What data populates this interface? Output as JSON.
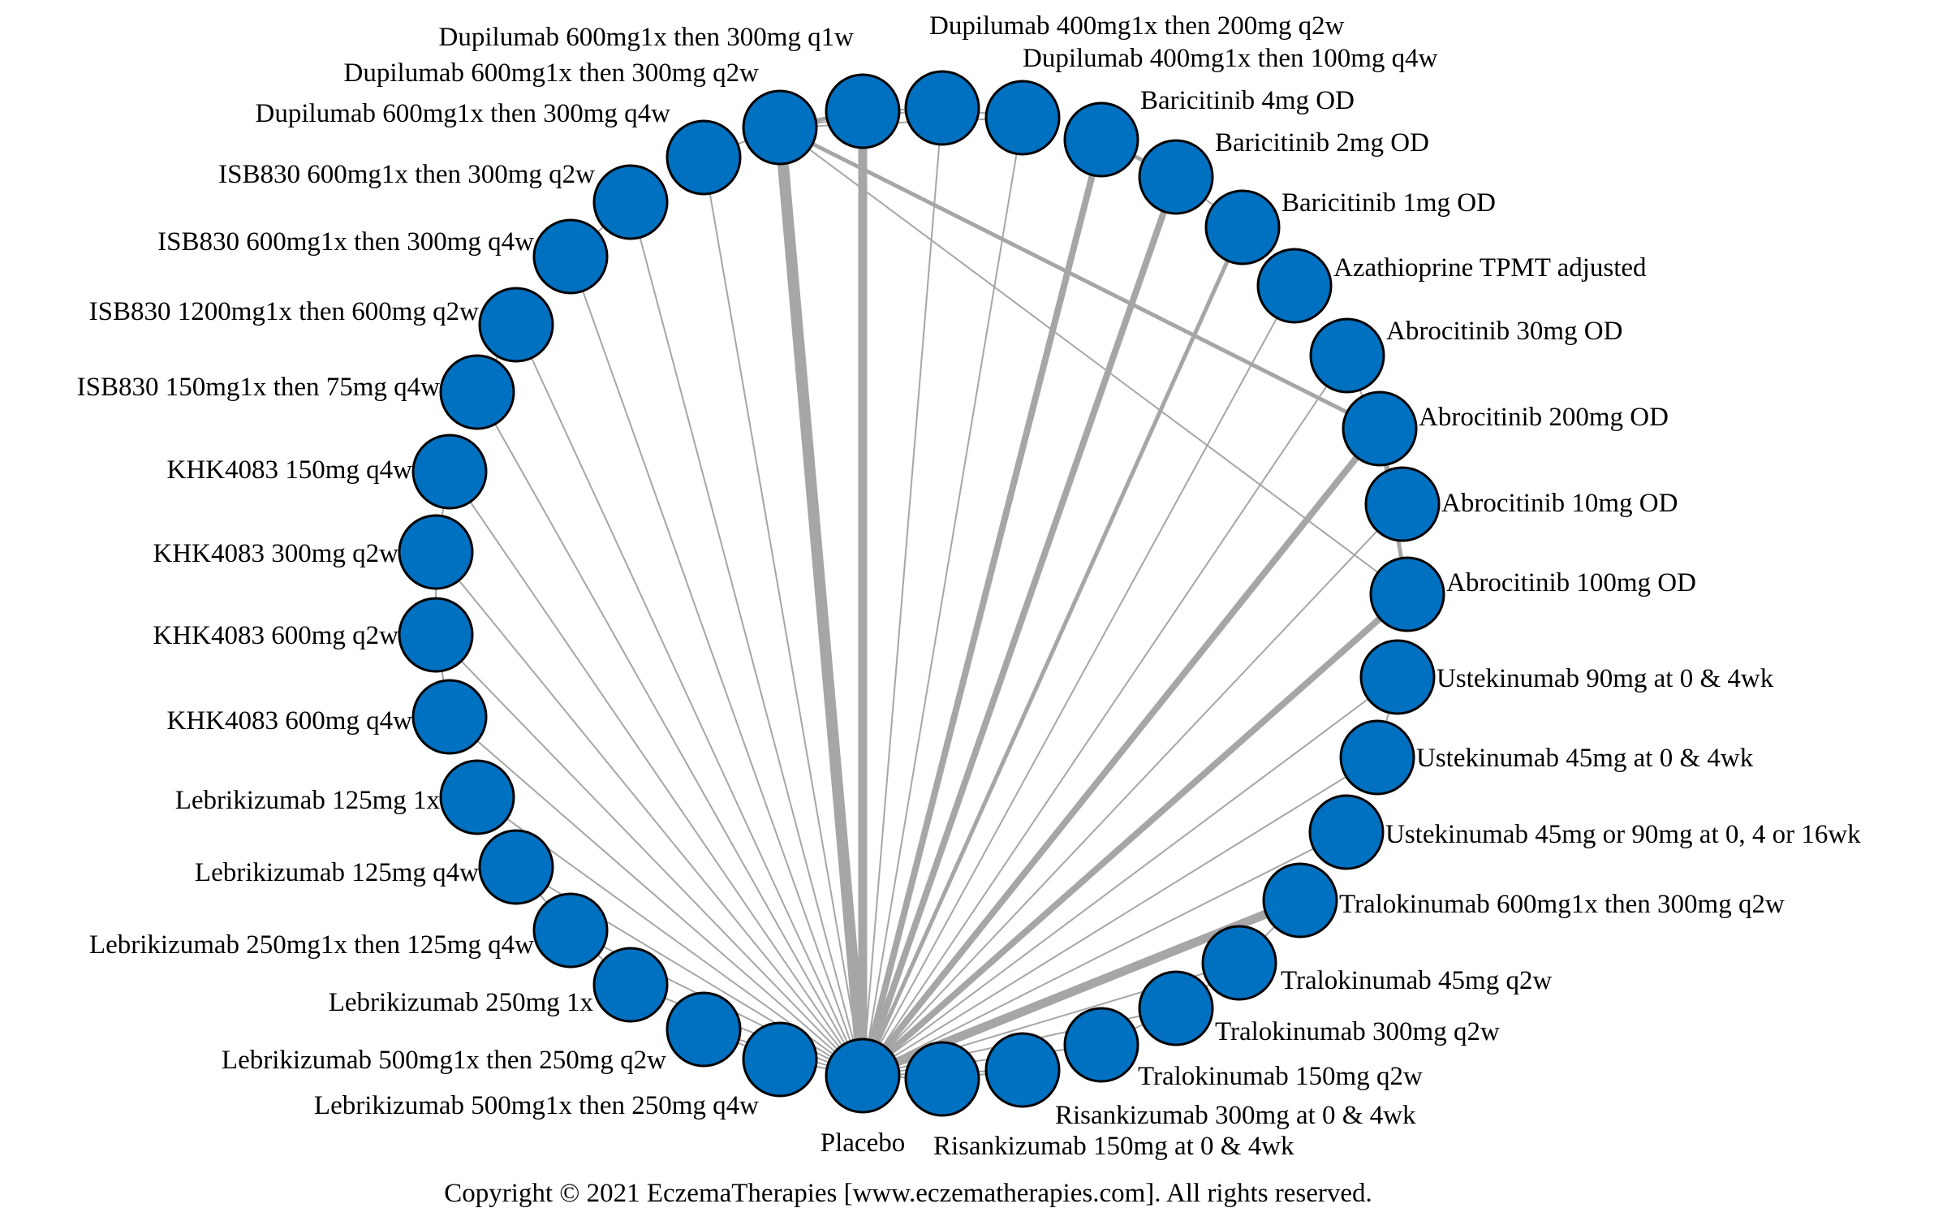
{
  "nodes": [
    {
      "id": "placebo",
      "label": "Placebo"
    },
    {
      "id": "risa150",
      "label": "Risankizumab 150mg at 0 & 4wk"
    },
    {
      "id": "risa300",
      "label": "Risankizumab 300mg at 0 & 4wk"
    },
    {
      "id": "tralo150",
      "label": "Tralokinumab 150mg q2w"
    },
    {
      "id": "tralo300",
      "label": "Tralokinumab 300mg q2w"
    },
    {
      "id": "tralo45",
      "label": "Tralokinumab 45mg q2w"
    },
    {
      "id": "tralo600",
      "label": "Tralokinumab 600mg1x then 300mg q2w"
    },
    {
      "id": "ustek4590",
      "label": "Ustekinumab 45mg or 90mg at 0, 4 or 16wk"
    },
    {
      "id": "ustek45",
      "label": "Ustekinumab 45mg at 0 & 4wk"
    },
    {
      "id": "ustek90",
      "label": "Ustekinumab 90mg at 0 & 4wk"
    },
    {
      "id": "abro100",
      "label": "Abrocitinib 100mg OD"
    },
    {
      "id": "abro10",
      "label": "Abrocitinib 10mg OD"
    },
    {
      "id": "abro200",
      "label": "Abrocitinib 200mg OD"
    },
    {
      "id": "abro30",
      "label": "Abrocitinib 30mg OD"
    },
    {
      "id": "aza",
      "label": "Azathioprine TPMT adjusted"
    },
    {
      "id": "bari1",
      "label": "Baricitinib 1mg OD"
    },
    {
      "id": "bari2",
      "label": "Baricitinib 2mg OD"
    },
    {
      "id": "bari4",
      "label": "Baricitinib 4mg OD"
    },
    {
      "id": "dupi400q4w",
      "label": "Dupilumab 400mg1x then 100mg q4w"
    },
    {
      "id": "dupi400q2w",
      "label": "Dupilumab 400mg1x then 200mg q2w"
    },
    {
      "id": "dupi600q1w",
      "label": "Dupilumab 600mg1x then 300mg q1w"
    },
    {
      "id": "dupi600q2w",
      "label": "Dupilumab 600mg1x then 300mg q2w"
    },
    {
      "id": "dupi600q4w",
      "label": "Dupilumab 600mg1x then 300mg q4w"
    },
    {
      "id": "isb600q2w",
      "label": "ISB830 600mg1x then 300mg q2w"
    },
    {
      "id": "isb600q4w",
      "label": "ISB830 600mg1x then 300mg q4w"
    },
    {
      "id": "isb1200",
      "label": "ISB830 1200mg1x then 600mg q2w"
    },
    {
      "id": "isb150",
      "label": "ISB830 150mg1x then 75mg q4w"
    },
    {
      "id": "khk150",
      "label": "KHK4083 150mg q4w"
    },
    {
      "id": "khk300",
      "label": "KHK4083 300mg q2w"
    },
    {
      "id": "khk600q2w",
      "label": "KHK4083 600mg q2w"
    },
    {
      "id": "khk600q4w",
      "label": "KHK4083 600mg q4w"
    },
    {
      "id": "lebri125x1",
      "label": "Lebrikizumab 125mg 1x"
    },
    {
      "id": "lebri125q4w",
      "label": "Lebrikizumab 125mg q4w"
    },
    {
      "id": "lebri250q4w",
      "label": "Lebrikizumab 250mg1x then 125mg q4w"
    },
    {
      "id": "lebri250x1",
      "label": "Lebrikizumab 250mg 1x"
    },
    {
      "id": "lebri500q2w",
      "label": "Lebrikizumab 500mg1x then 250mg q2w"
    },
    {
      "id": "lebri500q4w",
      "label": "Lebrikizumab 500mg1x then 250mg q4w"
    }
  ],
  "edges": [
    {
      "from": "placebo",
      "to": "risa150",
      "weight": 1
    },
    {
      "from": "placebo",
      "to": "risa300",
      "weight": 1
    },
    {
      "from": "placebo",
      "to": "tralo150",
      "weight": 1
    },
    {
      "from": "placebo",
      "to": "tralo300",
      "weight": 1
    },
    {
      "from": "placebo",
      "to": "tralo45",
      "weight": 1
    },
    {
      "from": "placebo",
      "to": "tralo600",
      "weight": 4
    },
    {
      "from": "placebo",
      "to": "ustek4590",
      "weight": 1
    },
    {
      "from": "placebo",
      "to": "ustek45",
      "weight": 1
    },
    {
      "from": "placebo",
      "to": "ustek90",
      "weight": 1
    },
    {
      "from": "placebo",
      "to": "abro100",
      "weight": 3
    },
    {
      "from": "placebo",
      "to": "abro10",
      "weight": 1
    },
    {
      "from": "placebo",
      "to": "abro200",
      "weight": 3
    },
    {
      "from": "placebo",
      "to": "abro30",
      "weight": 1
    },
    {
      "from": "placebo",
      "to": "aza",
      "weight": 1
    },
    {
      "from": "placebo",
      "to": "bari1",
      "weight": 2
    },
    {
      "from": "placebo",
      "to": "bari2",
      "weight": 3
    },
    {
      "from": "placebo",
      "to": "bari4",
      "weight": 3
    },
    {
      "from": "placebo",
      "to": "dupi400q4w",
      "weight": 1
    },
    {
      "from": "placebo",
      "to": "dupi400q2w",
      "weight": 1
    },
    {
      "from": "placebo",
      "to": "dupi600q1w",
      "weight": 4
    },
    {
      "from": "placebo",
      "to": "dupi600q2w",
      "weight": 5
    },
    {
      "from": "placebo",
      "to": "dupi600q4w",
      "weight": 1
    },
    {
      "from": "placebo",
      "to": "isb600q2w",
      "weight": 1
    },
    {
      "from": "placebo",
      "to": "isb600q4w",
      "weight": 1
    },
    {
      "from": "placebo",
      "to": "isb1200",
      "weight": 1
    },
    {
      "from": "placebo",
      "to": "isb150",
      "weight": 1
    },
    {
      "from": "placebo",
      "to": "khk150",
      "weight": 1
    },
    {
      "from": "placebo",
      "to": "khk300",
      "weight": 1
    },
    {
      "from": "placebo",
      "to": "khk600q2w",
      "weight": 1
    },
    {
      "from": "placebo",
      "to": "khk600q4w",
      "weight": 1
    },
    {
      "from": "placebo",
      "to": "lebri125x1",
      "weight": 1
    },
    {
      "from": "placebo",
      "to": "lebri125q4w",
      "weight": 1
    },
    {
      "from": "placebo",
      "to": "lebri250q4w",
      "weight": 1
    },
    {
      "from": "placebo",
      "to": "lebri250x1",
      "weight": 1
    },
    {
      "from": "placebo",
      "to": "lebri500q2w",
      "weight": 1
    },
    {
      "from": "placebo",
      "to": "lebri500q4w",
      "weight": 1
    },
    {
      "from": "dupi600q2w",
      "to": "abro200",
      "weight": 2
    },
    {
      "from": "dupi600q2w",
      "to": "abro100",
      "weight": 1
    },
    {
      "from": "dupi600q2w",
      "to": "dupi600q1w",
      "weight": 2
    },
    {
      "from": "dupi600q2w",
      "to": "dupi600q4w",
      "weight": 1
    },
    {
      "from": "dupi600q2w",
      "to": "dupi400q2w",
      "weight": 1
    },
    {
      "from": "dupi600q2w",
      "to": "dupi400q4w",
      "weight": 1
    },
    {
      "from": "dupi600q1w",
      "to": "dupi400q2w",
      "weight": 1
    },
    {
      "from": "dupi400q2w",
      "to": "dupi400q4w",
      "weight": 1
    },
    {
      "from": "bari4",
      "to": "bari2",
      "weight": 2
    },
    {
      "from": "bari2",
      "to": "bari1",
      "weight": 1
    },
    {
      "from": "abro200",
      "to": "abro100",
      "weight": 2
    },
    {
      "from": "abro30",
      "to": "abro10",
      "weight": 1
    },
    {
      "from": "ustek90",
      "to": "ustek45",
      "weight": 1
    },
    {
      "from": "tralo600",
      "to": "tralo45",
      "weight": 1
    },
    {
      "from": "tralo45",
      "to": "tralo300",
      "weight": 1
    },
    {
      "from": "tralo300",
      "to": "tralo150",
      "weight": 1
    },
    {
      "from": "risa150",
      "to": "risa300",
      "weight": 1
    },
    {
      "from": "isb600q2w",
      "to": "isb600q4w",
      "weight": 1
    },
    {
      "from": "isb1200",
      "to": "isb150",
      "weight": 1
    },
    {
      "from": "khk150",
      "to": "khk300",
      "weight": 1
    },
    {
      "from": "khk300",
      "to": "khk600q2w",
      "weight": 1
    },
    {
      "from": "khk600q2w",
      "to": "khk600q4w",
      "weight": 1
    },
    {
      "from": "lebri125q4w",
      "to": "lebri250q4w",
      "weight": 1
    },
    {
      "from": "lebri250q4w",
      "to": "lebri250x1",
      "weight": 1
    },
    {
      "from": "lebri500q2w",
      "to": "lebri500q4w",
      "weight": 1
    }
  ],
  "colors": {
    "node_fill": "#0070c0",
    "node_stroke": "#000000",
    "edge": "#a6a6a6",
    "background": "#ffffff"
  },
  "footer": {
    "copyright": "Copyright © 2021 EczemaTherapies [www.eczematherapies.com]. All rights reserved."
  }
}
